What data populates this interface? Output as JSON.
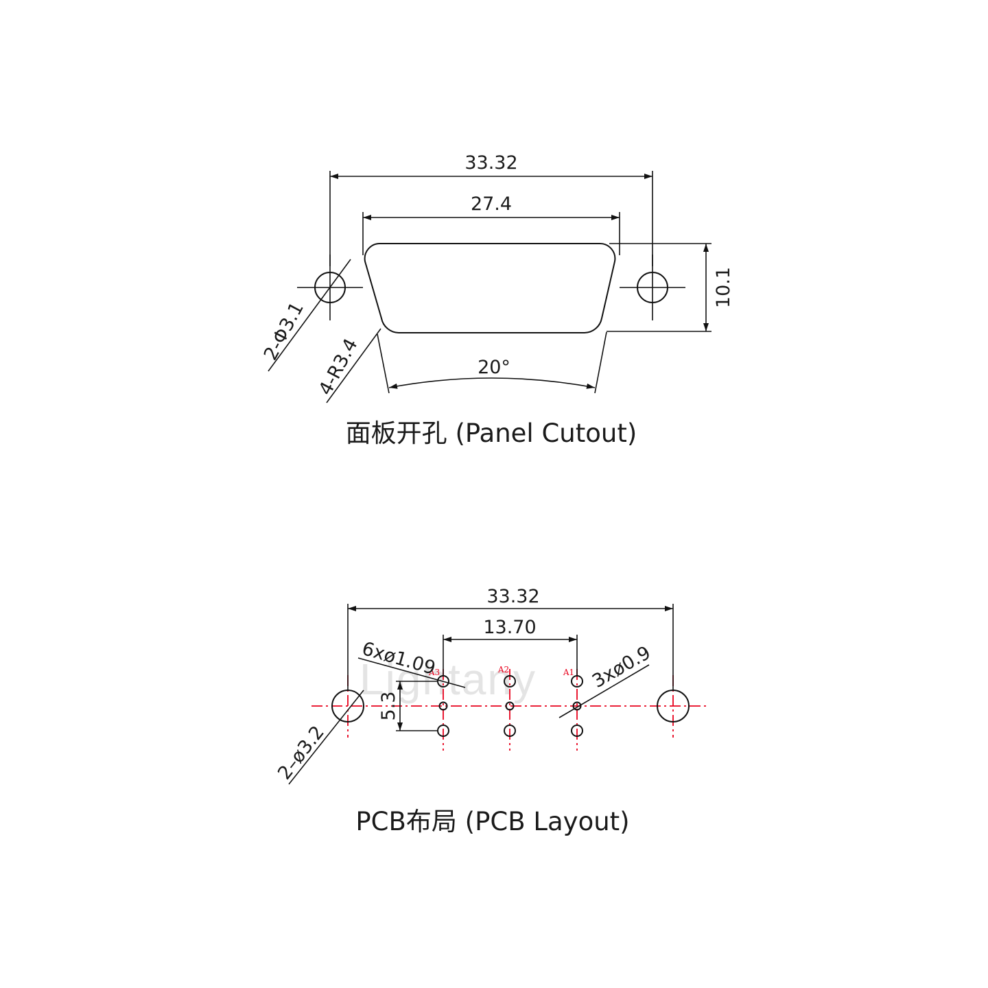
{
  "panel_cutout": {
    "dim_overall": "33.32",
    "dim_opening": "27.4",
    "dim_height": "10.1",
    "dim_holes": "2-Φ3.1",
    "dim_radius": "4-R3.4",
    "dim_angle": "20°",
    "caption": "面板开孔 (Panel Cutout)"
  },
  "pcb_layout": {
    "dim_overall": "33.32",
    "dim_pitch": "13.70",
    "dim_row": "5.3",
    "dim_signal_holes": "6xø1.09",
    "dim_power_holes": "3xø0.9",
    "dim_mount_holes": "2–ø3.2",
    "pin_labels": [
      "A3",
      "A2",
      "A1"
    ],
    "caption": "PCB布局 (PCB Layout)"
  },
  "watermark": "Lightany",
  "colors": {
    "line": "#111111",
    "centerline": "#e8001c",
    "pin_label": "#e8001c",
    "watermark": "#e4e4e4"
  }
}
